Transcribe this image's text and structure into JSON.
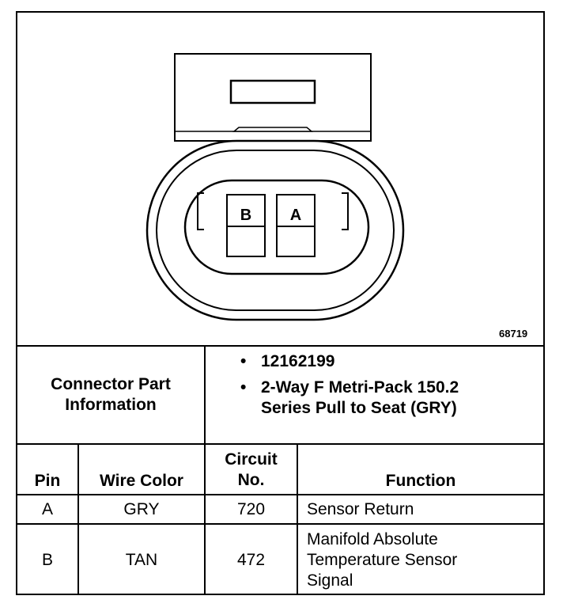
{
  "figure_number": "68719",
  "connector": {
    "pin_labels": [
      "B",
      "A"
    ]
  },
  "part_info": {
    "label": "Connector Part Information",
    "items": [
      "12162199",
      "2-Way F Metri-Pack 150.2 Series Pull to Seat (GRY)"
    ]
  },
  "table": {
    "headers": {
      "pin": "Pin",
      "wire_color": "Wire Color",
      "circuit": "Circuit No.",
      "function": "Function"
    },
    "rows": [
      {
        "pin": "A",
        "wire_color": "GRY",
        "circuit": "720",
        "function": "Sensor Return"
      },
      {
        "pin": "B",
        "wire_color": "TAN",
        "circuit": "472",
        "function": "Manifold Absolute Temperature Sensor Signal"
      }
    ]
  }
}
